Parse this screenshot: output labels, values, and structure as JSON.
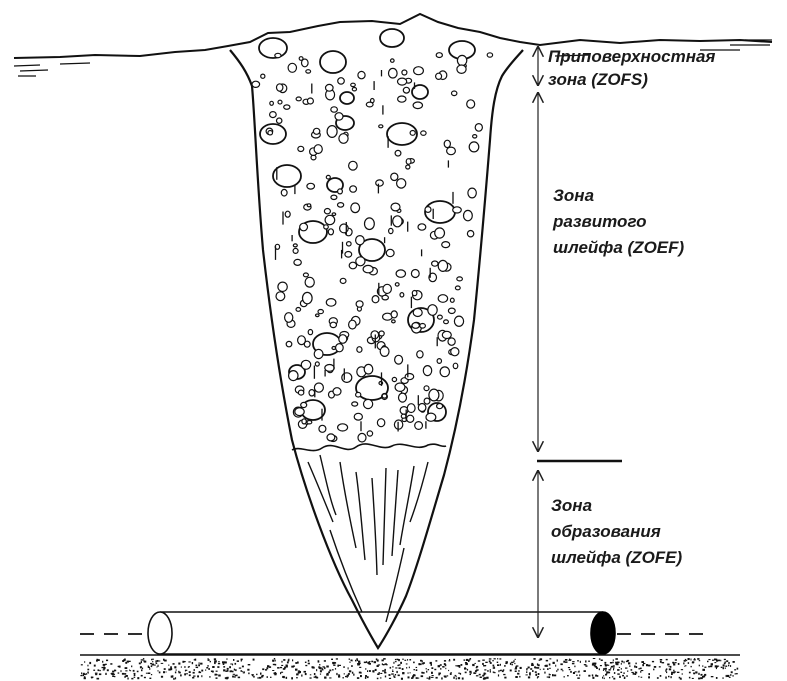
{
  "zones": {
    "near_surface": {
      "line1": "Приповерхностная",
      "line2": "зона (ZOFS)"
    },
    "developed_plume": {
      "line1": "Зона",
      "line2": "развитого",
      "line3": "шлейфа (ZOEF)"
    },
    "plume_formation": {
      "line1": "Зона",
      "line2": "образования",
      "line3": "шлейфа (ZOFE)"
    }
  },
  "colors": {
    "ink": "#111111",
    "background": "#ffffff"
  }
}
